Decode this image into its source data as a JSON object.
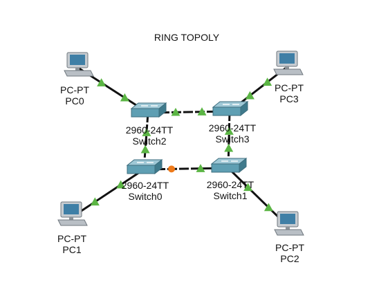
{
  "title": "RING TOPOLY",
  "colors": {
    "cable": "#111111",
    "link_up": "#5bb544",
    "link_down": "#ee7a1a",
    "switch_body": "#5f9fb3",
    "pc_body": "#c7ccd1",
    "pc_screen": "#3f7fa6"
  },
  "devices": [
    {
      "id": "pc0",
      "icon": "pc-icon",
      "model": "PC-PT",
      "name": "PC0"
    },
    {
      "id": "pc3",
      "icon": "pc-icon",
      "model": "PC-PT",
      "name": "PC3"
    },
    {
      "id": "pc1",
      "icon": "pc-icon",
      "model": "PC-PT",
      "name": "PC1"
    },
    {
      "id": "pc2",
      "icon": "pc-icon",
      "model": "PC-PT",
      "name": "PC2"
    },
    {
      "id": "switch2",
      "icon": "switch-icon",
      "model": "2960-24TT",
      "name": "Switch2"
    },
    {
      "id": "switch3",
      "icon": "switch-icon",
      "model": "2960-24TT",
      "name": "Switch3"
    },
    {
      "id": "switch0",
      "icon": "switch-icon",
      "model": "2960-24TT",
      "name": "Switch0"
    },
    {
      "id": "switch1",
      "icon": "switch-icon",
      "model": "2960-24TT",
      "name": "Switch1"
    }
  ],
  "links": [
    {
      "from": "pc0",
      "to": "switch2",
      "from_status": "up",
      "to_status": "up"
    },
    {
      "from": "pc3",
      "to": "switch3",
      "from_status": "up",
      "to_status": "up"
    },
    {
      "from": "pc1",
      "to": "switch0",
      "from_status": "up",
      "to_status": "up"
    },
    {
      "from": "pc2",
      "to": "switch1",
      "from_status": "up",
      "to_status": "up"
    },
    {
      "from": "switch2",
      "to": "switch3",
      "from_status": "up",
      "to_status": "up",
      "style": "dashed"
    },
    {
      "from": "switch2",
      "to": "switch0",
      "from_status": "up",
      "to_status": "up",
      "style": "dashed"
    },
    {
      "from": "switch3",
      "to": "switch1",
      "from_status": "up",
      "to_status": "up",
      "style": "dashed"
    },
    {
      "from": "switch0",
      "to": "switch1",
      "from_status": "blocked",
      "to_status": "up",
      "style": "dashed"
    }
  ]
}
